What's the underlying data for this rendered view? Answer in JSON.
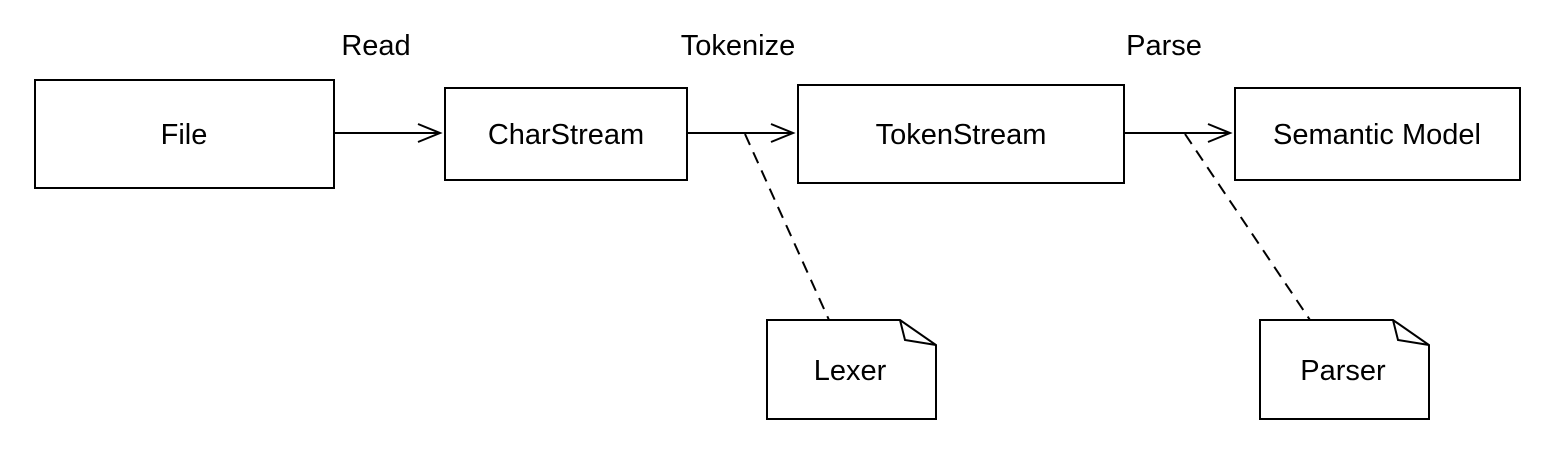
{
  "nodes": {
    "file": "File",
    "charstream": "CharStream",
    "tokenstream": "TokenStream",
    "semantic_model": "Semantic Model"
  },
  "edges": {
    "read": "Read",
    "tokenize": "Tokenize",
    "parse": "Parse"
  },
  "notes": {
    "lexer": "Lexer",
    "parser": "Parser"
  }
}
